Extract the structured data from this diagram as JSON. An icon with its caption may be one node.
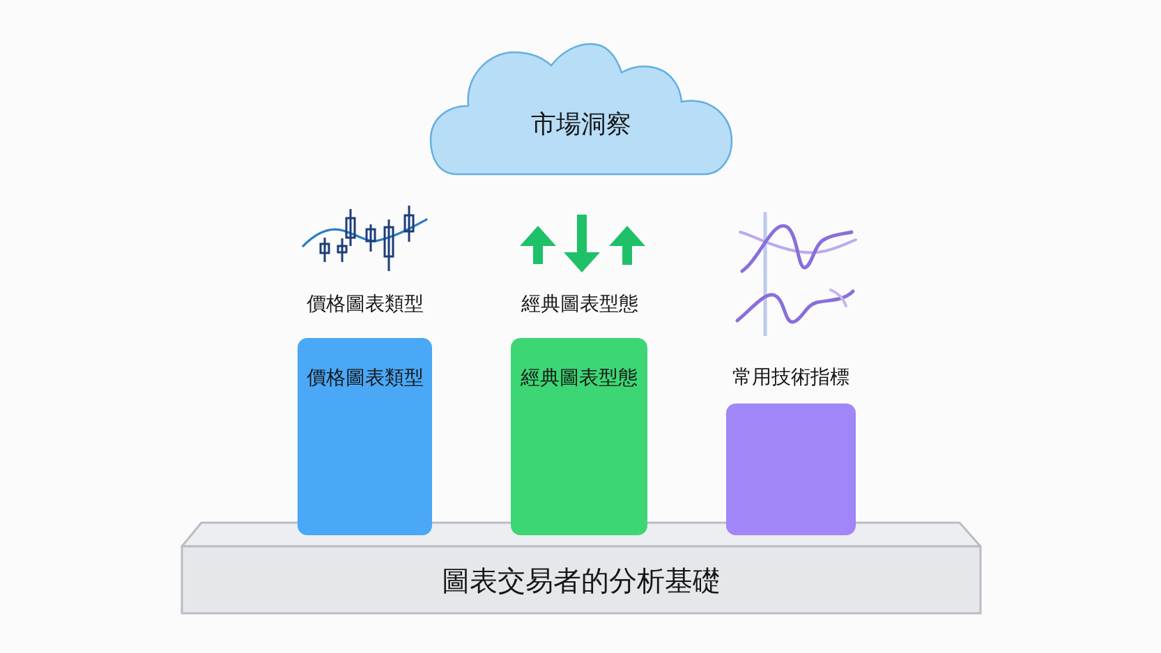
{
  "diagram": {
    "nodes": [
      {
        "text": [
          "市場洞察"
        ]
      },
      {
        "text": [
          "價格圖表類型"
        ]
      },
      {
        "text": [
          "經典圖表型態"
        ]
      },
      {
        "text": [
          "常用技術指標"
        ]
      },
      {
        "text": [
          "圖表交易者的分析基礎"
        ]
      }
    ],
    "labels": [
      "價格圖表類型",
      "經典圖表型態"
    ]
  }
}
